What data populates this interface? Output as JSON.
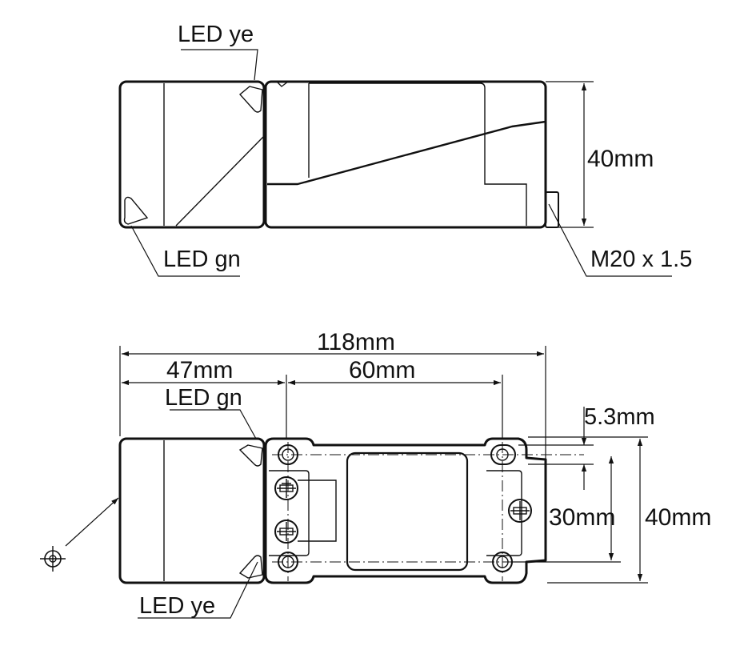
{
  "labels": {
    "top_led_ye": "LED ye",
    "top_led_gn": "LED gn",
    "top_height": "40mm",
    "top_thread": "M20 x 1.5",
    "overall_length": "118mm",
    "head_length": "47mm",
    "hole_spacing": "60mm",
    "bottom_led_gn": "LED gn",
    "hole_diameter": "5.3mm",
    "hole_vertical_spacing": "30mm",
    "bottom_height": "40mm",
    "bottom_led_ye": "LED ye"
  },
  "icons": {
    "active_face": "target-crosshair-icon",
    "screw": "screw-head-icon",
    "led": "led-triangle-icon"
  },
  "colors": {
    "line": "#111111",
    "background": "#ffffff"
  }
}
